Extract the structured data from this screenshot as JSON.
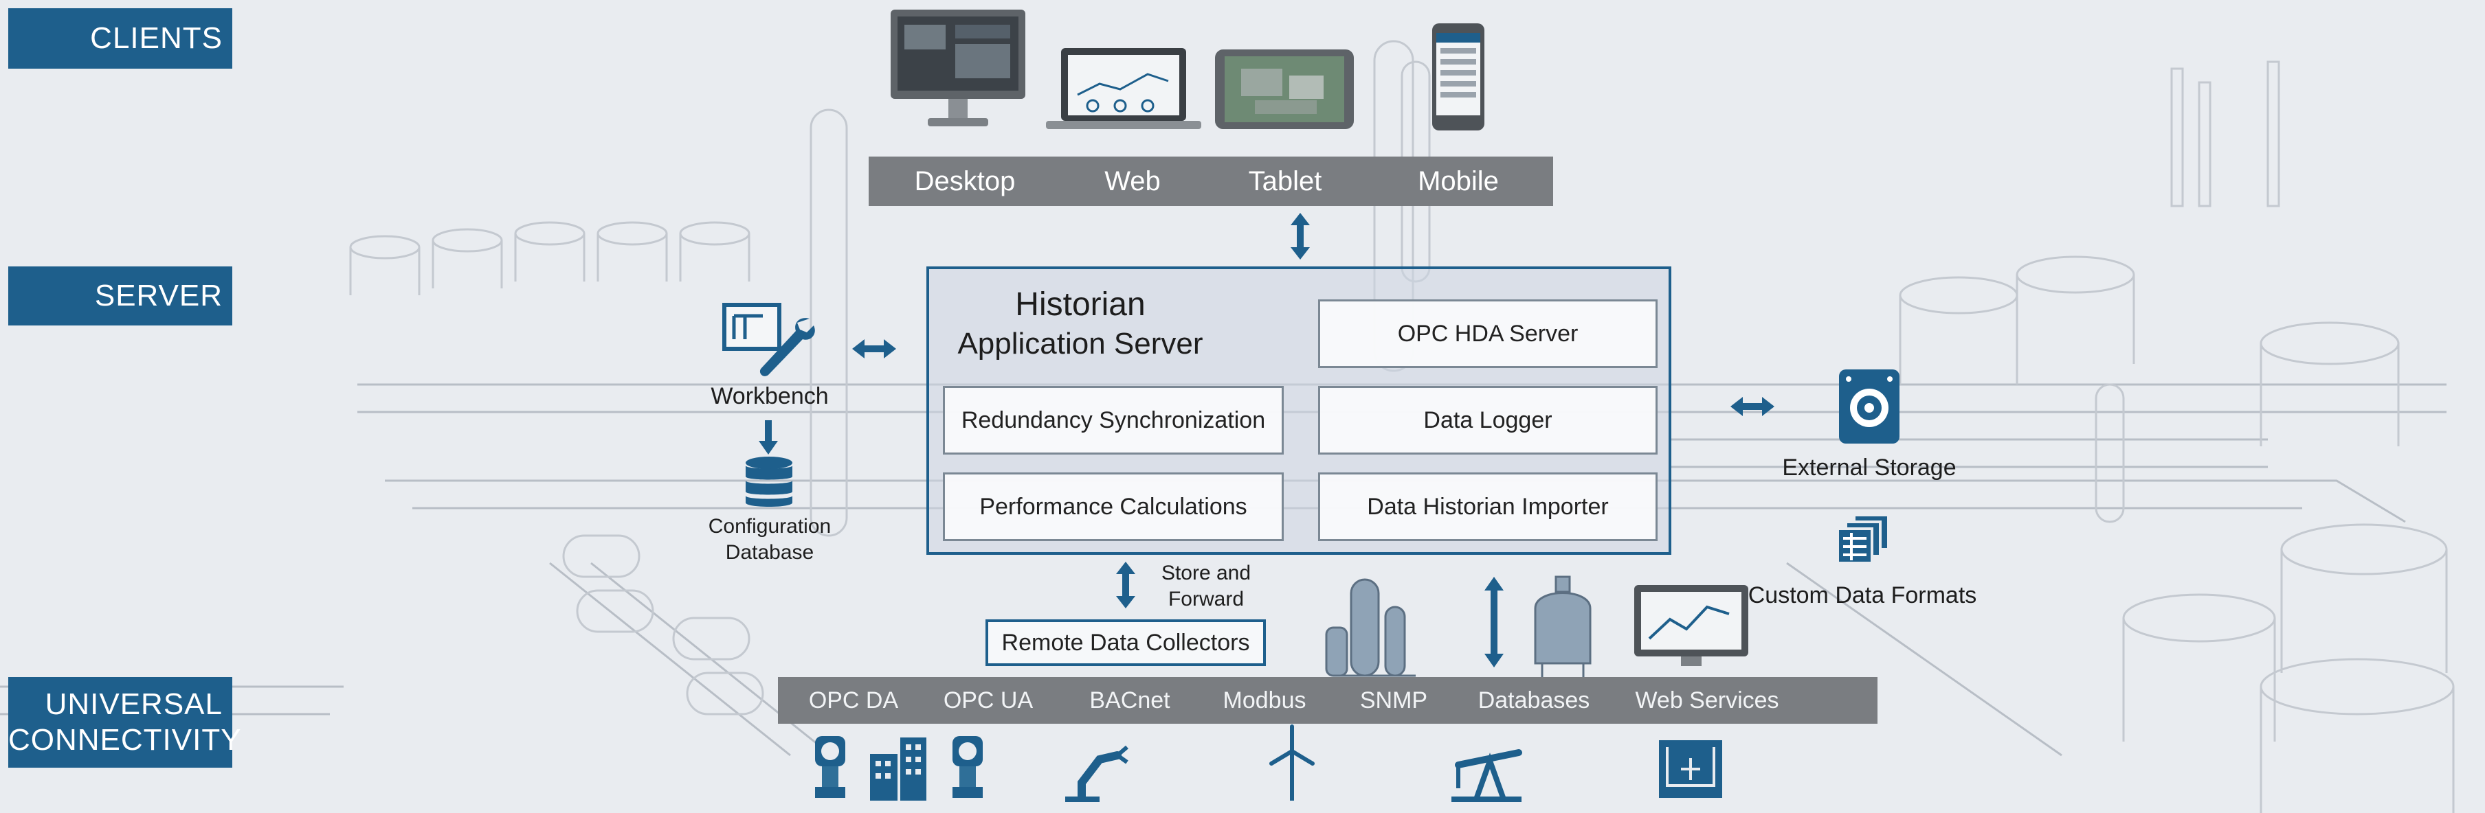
{
  "tiers": {
    "clients": "CLIENTS",
    "server": "SERVER",
    "connectivity_line1": "UNIVERSAL",
    "connectivity_line2": "CONNECTIVITY"
  },
  "clients": [
    "Desktop",
    "Web",
    "Tablet",
    "Mobile"
  ],
  "server": {
    "title_line1": "Historian",
    "title_line2": "Application Server",
    "modules": [
      "OPC HDA Server",
      "Redundancy Synchronization",
      "Data Logger",
      "Performance Calculations",
      "Data Historian Importer"
    ]
  },
  "workbench": {
    "label": "Workbench",
    "config_db_line1": "Configuration",
    "config_db_line2": "Database"
  },
  "external_storage": "External Storage",
  "custom_data_formats": "Custom Data Formats",
  "store_and_forward_line1": "Store and",
  "store_and_forward_line2": "Forward",
  "remote_data_collectors": "Remote Data Collectors",
  "connectivity": [
    "OPC DA",
    "OPC UA",
    "BACnet",
    "Modbus",
    "SNMP",
    "Databases",
    "Web Services"
  ],
  "icons": [
    "desktop-monitor-icon",
    "laptop-icon",
    "tablet-icon",
    "mobile-phone-icon",
    "workbench-tool-icon",
    "database-icon",
    "storage-drive-icon",
    "data-formats-icon",
    "pressure-transmitter-icon",
    "building-icon",
    "robot-arm-icon",
    "wind-turbine-icon",
    "pump-jack-icon",
    "water-tank-icon"
  ],
  "colors": {
    "accent": "#1e5f8c",
    "bar": "#7a7d81",
    "background": "#e9ecf0"
  }
}
